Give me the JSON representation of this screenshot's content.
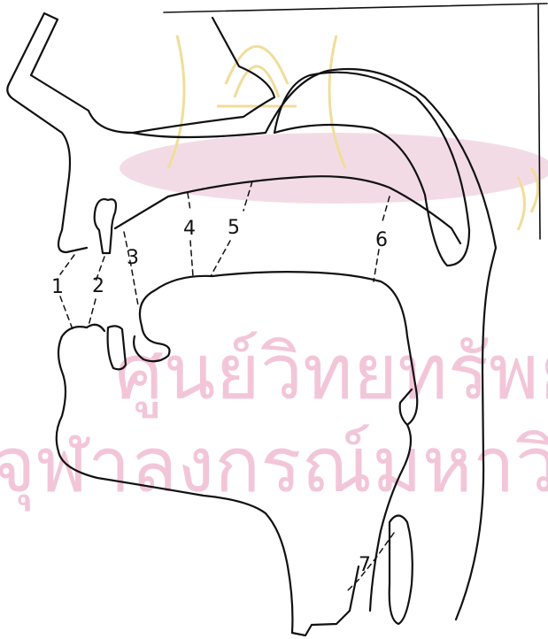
{
  "labels": {
    "p1": "1",
    "p2": "2",
    "p3": "3",
    "p4": "4",
    "p5": "5",
    "p6": "6",
    "p7": "7"
  },
  "watermark": {
    "line1": "ศูนย์วิทยทรัพยากร",
    "line2": "จุฬาลงกรณ์มหาวิทยาลัย"
  },
  "colors": {
    "ink": "#111111",
    "watermark_text": "#f2c6d8",
    "watermark_emblem": "#f0dd9a"
  }
}
